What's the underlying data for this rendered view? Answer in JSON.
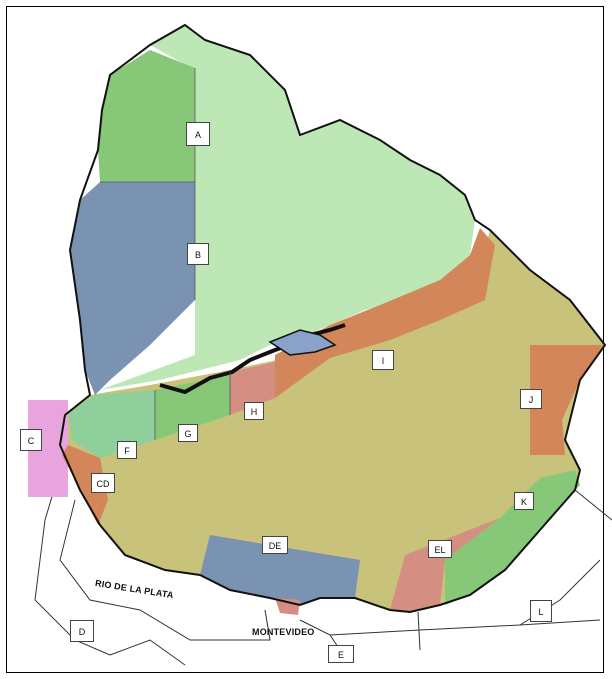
{
  "colors": {
    "north": "#bde8b6",
    "green": "#86c878",
    "blue": "#7b93b3",
    "orange": "#d3865a",
    "olive": "#c8c27a",
    "pink": "#e8a4dc",
    "rose": "#d58e82",
    "teal": "#8fcf9c",
    "coast": "#111111"
  },
  "zones": {
    "A": "A",
    "B": "B",
    "C": "C",
    "CD": "CD",
    "D": "D",
    "DE": "DE",
    "E": "E",
    "EL": "EL",
    "F": "F",
    "G": "G",
    "H": "H",
    "I": "I",
    "J": "J",
    "K": "K",
    "L": "L"
  },
  "places": {
    "river": "RIO DE LA PLATA",
    "city": "MONTEVIDEO"
  }
}
